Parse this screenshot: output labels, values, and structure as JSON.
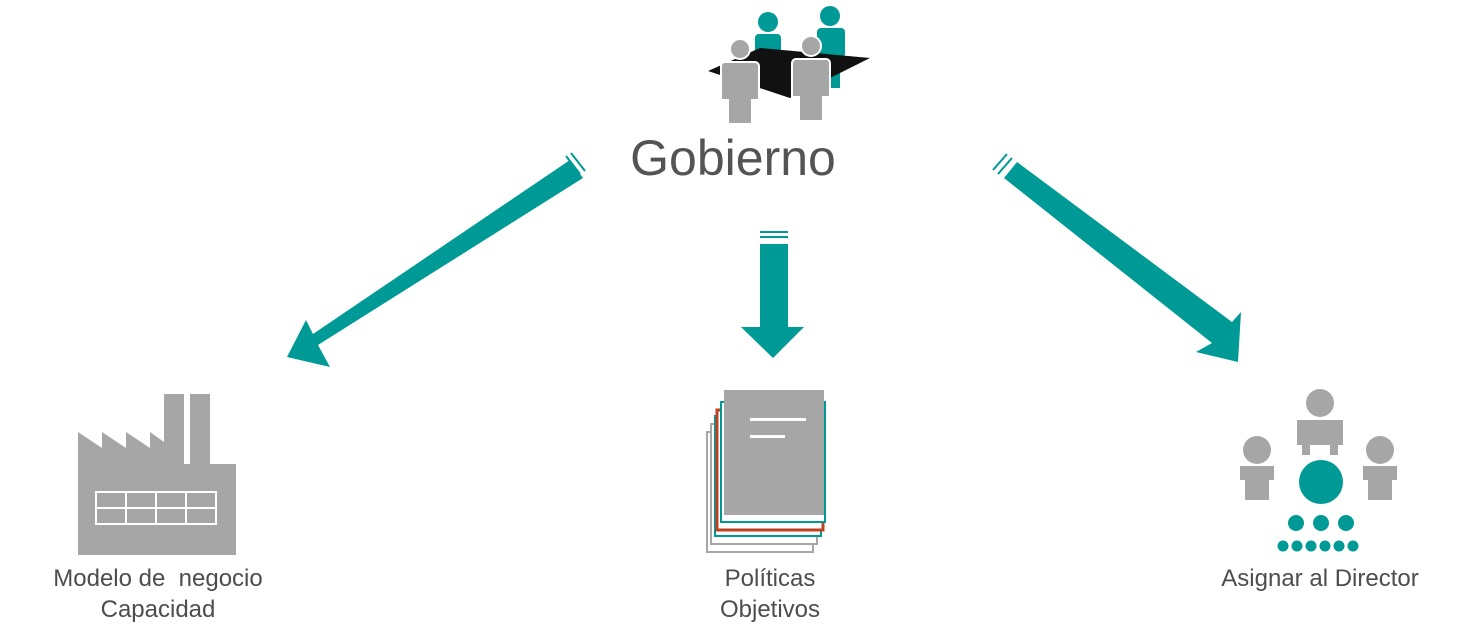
{
  "title": "Gobierno",
  "nodes": [
    {
      "line1": "Modelo de  negocio",
      "line2": "Capacidad",
      "icon": "factory-icon"
    },
    {
      "line1": "Políticas",
      "line2": "Objetivos",
      "icon": "documents-icon"
    },
    {
      "line1": "Asignar al Director",
      "line2": "",
      "icon": "organization-icon"
    }
  ],
  "colors": {
    "accent": "#009a96",
    "icon_gray": "#a6a6a6",
    "text": "#4d4d4d",
    "dark": "#111111"
  }
}
